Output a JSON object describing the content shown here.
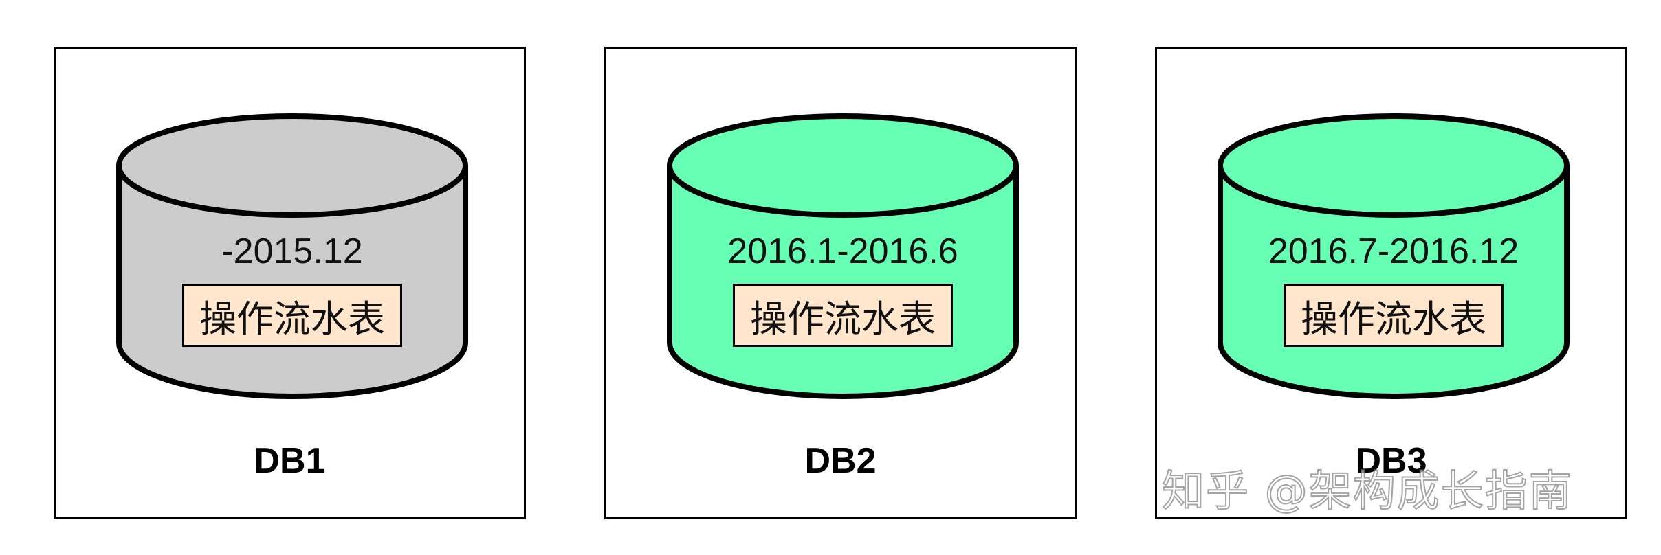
{
  "databases": [
    {
      "name": "DB1",
      "range": "-2015.12",
      "table": "操作流水表",
      "fill": "#cccccc"
    },
    {
      "name": "DB2",
      "range": "2016.1-2016.6",
      "table": "操作流水表",
      "fill": "#66ffb4"
    },
    {
      "name": "DB3",
      "range": "2016.7-2016.12",
      "table": "操作流水表",
      "fill": "#66ffb4"
    }
  ],
  "colors": {
    "table_label_fill": "#ffe6cc",
    "border": "#000000"
  },
  "watermark": "知乎 @架构成长指南"
}
